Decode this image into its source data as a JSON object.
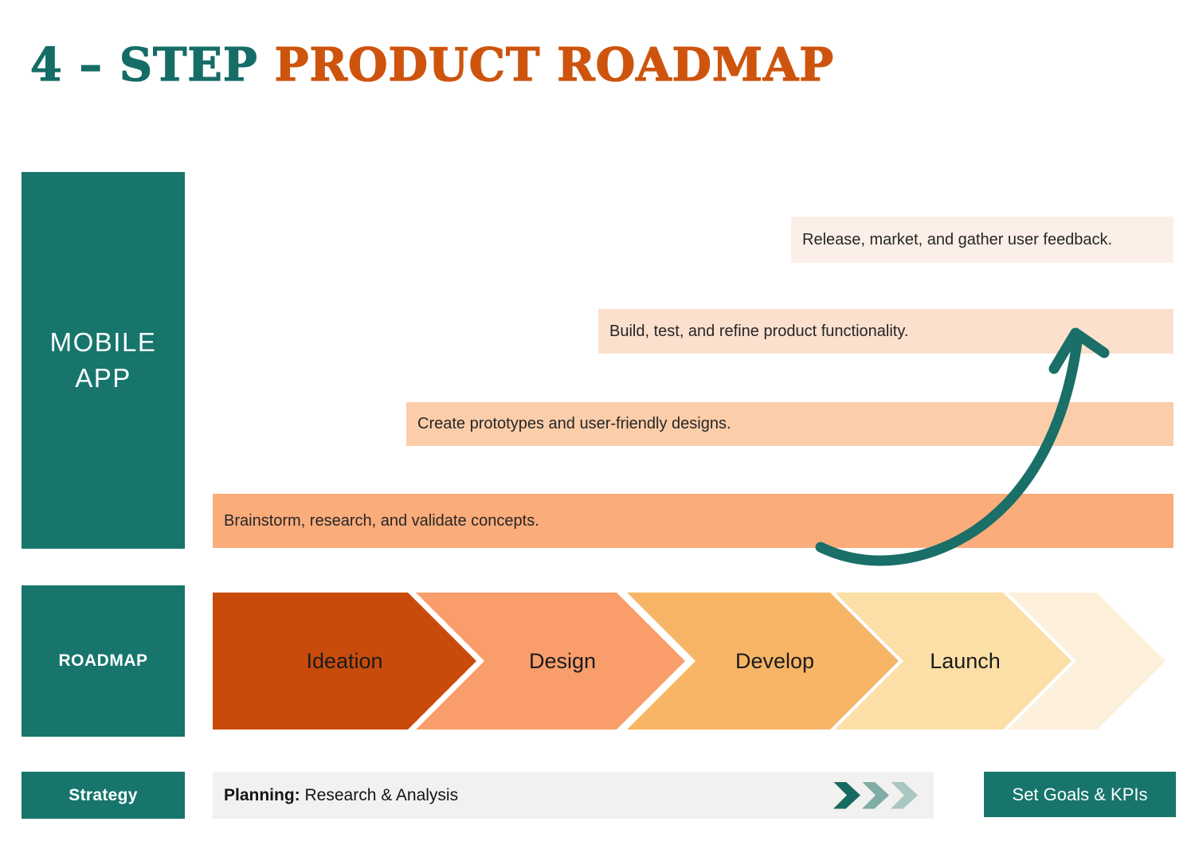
{
  "title": {
    "highlight": "4 – STEP",
    "rest": " PRODUCT ROADMAP"
  },
  "sidebar": {
    "product_label": "MOBILE\nAPP",
    "roadmap_label": "ROADMAP",
    "strategy_label": "Strategy"
  },
  "steps": [
    {
      "label": "Ideation",
      "description": "Brainstorm, research, and validate concepts.",
      "bar_color": "#FBAC7B",
      "chevron_color": "#C94B0C"
    },
    {
      "label": "Design",
      "description": "Create prototypes and user-friendly designs.",
      "bar_color": "#FCCDA9",
      "chevron_color": "#F99E6B"
    },
    {
      "label": "Develop",
      "description": "Build, test, and refine product functionality.",
      "bar_color": "#FBE0CE",
      "chevron_color": "#F8B566"
    },
    {
      "label": "Launch",
      "description": "Release, market, and gather user feedback.",
      "bar_color": "#FCEFE7",
      "chevron_color": "#FBDFA7"
    }
  ],
  "extra_chevron": {
    "label": "",
    "chevron_color": "#FCF0DB"
  },
  "strategy_row": {
    "planning_label": "Planning:",
    "planning_value": " Research & Analysis",
    "button_label": "Set Goals & KPIs"
  },
  "colors": {
    "teal": "#17756C",
    "title_teal": "#156D66",
    "title_orange": "#CE540E",
    "arrow": "#1A6F68",
    "planning_bar_bg": "#F1F1F0",
    "icon_chevrons": [
      "#18695F",
      "#7FACA5",
      "#A9C6C1"
    ]
  }
}
